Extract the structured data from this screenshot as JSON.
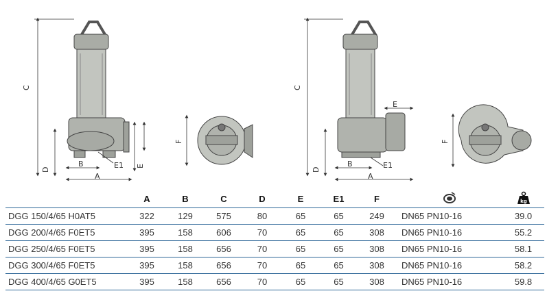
{
  "drawings": {
    "dim_labels": {
      "A": "A",
      "B": "B",
      "C": "C",
      "D": "D",
      "E": "E",
      "E1": "E1",
      "F": "F"
    }
  },
  "table": {
    "headers": [
      "",
      "A",
      "B",
      "C",
      "D",
      "E",
      "E1",
      "F"
    ],
    "header_icons": {
      "flange": "flange-icon",
      "weight": "weight-kg-icon"
    },
    "weight_icon_text": "kg",
    "rows": [
      {
        "model": "DGG 150/4/65 H0AT5",
        "A": "322",
        "B": "129",
        "C": "575",
        "D": "80",
        "E": "65",
        "E1": "65",
        "F": "249",
        "flange": "DN65 PN10-16",
        "weight": "39.0"
      },
      {
        "model": "DGG 200/4/65 F0ET5",
        "A": "395",
        "B": "158",
        "C": "606",
        "D": "70",
        "E": "65",
        "E1": "65",
        "F": "308",
        "flange": "DN65 PN10-16",
        "weight": "55.2"
      },
      {
        "model": "DGG 250/4/65 F0ET5",
        "A": "395",
        "B": "158",
        "C": "656",
        "D": "70",
        "E": "65",
        "E1": "65",
        "F": "308",
        "flange": "DN65 PN10-16",
        "weight": "58.1"
      },
      {
        "model": "DGG 300/4/65 F0ET5",
        "A": "395",
        "B": "158",
        "C": "656",
        "D": "70",
        "E": "65",
        "E1": "65",
        "F": "308",
        "flange": "DN65 PN10-16",
        "weight": "58.2"
      },
      {
        "model": "DGG 400/4/65 G0ET5",
        "A": "395",
        "B": "158",
        "C": "656",
        "D": "70",
        "E": "65",
        "E1": "65",
        "F": "308",
        "flange": "DN65 PN10-16",
        "weight": "59.8"
      }
    ]
  }
}
